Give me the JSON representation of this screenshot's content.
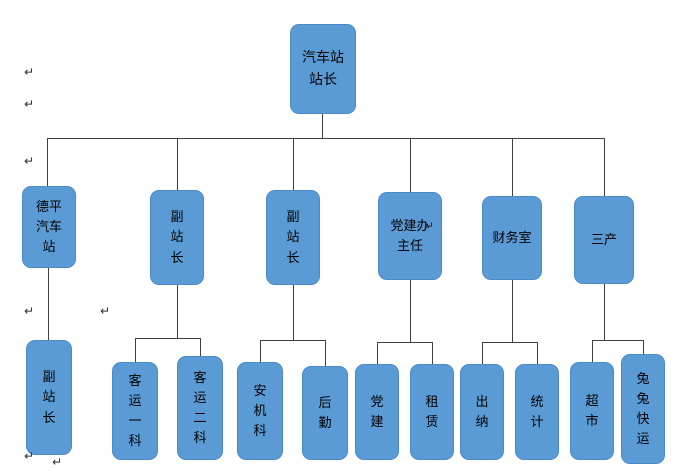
{
  "page": {
    "background": "#ffffff"
  },
  "diagram": {
    "type": "org-chart",
    "node_fill": "#5b9bd5",
    "node_border": "#4a8ac9",
    "connector_color": "#404040",
    "nodes": [
      {
        "id": "root",
        "label": "汽车站\n站长",
        "parent": null
      },
      {
        "id": "deping-station",
        "label": "德平\n汽车\n站",
        "parent": "root"
      },
      {
        "id": "deputy-a",
        "label": "副\n站\n长",
        "parent": "root"
      },
      {
        "id": "deputy-b",
        "label": "副\n站\n长",
        "parent": "root"
      },
      {
        "id": "party-office",
        "label": "党建办\n主任",
        "parent": "root"
      },
      {
        "id": "finance-office",
        "label": "财务室",
        "parent": "root"
      },
      {
        "id": "third-industry",
        "label": "三产",
        "parent": "root"
      },
      {
        "id": "deping-deputy",
        "label": "副\n站\n长",
        "parent": "deping-station"
      },
      {
        "id": "passenger-sec-1",
        "label": "客\n运\n一\n科",
        "parent": "deputy-a"
      },
      {
        "id": "passenger-sec-2",
        "label": "客\n运\n二\n科",
        "parent": "deputy-a"
      },
      {
        "id": "safety-machine",
        "label": "安\n机\n科",
        "parent": "deputy-b"
      },
      {
        "id": "logistics",
        "label": "后\n勤",
        "parent": "deputy-b"
      },
      {
        "id": "party-building",
        "label": "党\n建",
        "parent": "party-office"
      },
      {
        "id": "leasing",
        "label": "租\n赁",
        "parent": "party-office"
      },
      {
        "id": "cashier",
        "label": "出\n纳",
        "parent": "finance-office"
      },
      {
        "id": "statistics",
        "label": "统\n计",
        "parent": "finance-office"
      },
      {
        "id": "supermarket",
        "label": "超\n市",
        "parent": "third-industry"
      },
      {
        "id": "tutu-express",
        "label": "兔\n兔\n快\n运",
        "parent": "third-industry"
      }
    ]
  },
  "marks": {
    "glyph": "↵"
  }
}
